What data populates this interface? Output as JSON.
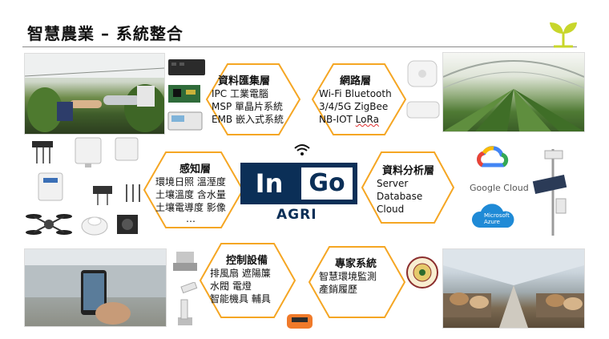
{
  "title": "智慧農業 – 系統整合",
  "hexagons": {
    "collection": {
      "title": "資料匯集層",
      "lines": [
        "IPC 工業電腦",
        "MSP 單晶片系統",
        "EMB 嵌入式系統"
      ]
    },
    "network": {
      "title": "網路層",
      "lines": [
        "Wi-Fi Bluetooth",
        "3/4/5G ZigBee",
        "NB-IOT "
      ],
      "lora": "LoRa"
    },
    "sensing": {
      "title": "感知層",
      "lines": [
        "環境日照 溫溼度",
        "土壤溫度 含水量",
        "土壤電導度 影像"
      ],
      "more": "…"
    },
    "analysis": {
      "title": "資料分析層",
      "lines": [
        "Server",
        "Database",
        "Cloud"
      ]
    },
    "control": {
      "title": "控制設備",
      "lines": [
        "排風扇 遮陽簾",
        "水閥 電燈",
        "智能機具 輔具"
      ]
    },
    "expert": {
      "title": "專家系統",
      "lines": [
        "智慧環境監測",
        "產銷履歷"
      ]
    }
  },
  "logo": {
    "left": "In",
    "right": "Go",
    "sub": "AGRI"
  },
  "cloud_providers": {
    "google": "Google Cloud",
    "microsoft_line1": "Microsoft",
    "microsoft_line2": "Azure"
  },
  "colors": {
    "hex_border": "#f5a623",
    "logo_navy": "#0b2f57",
    "sprout_green": "#c8d62b"
  },
  "icons": [
    "wifi-icon",
    "google-cloud-icon",
    "azure-cloud-icon",
    "sprout-icon"
  ]
}
